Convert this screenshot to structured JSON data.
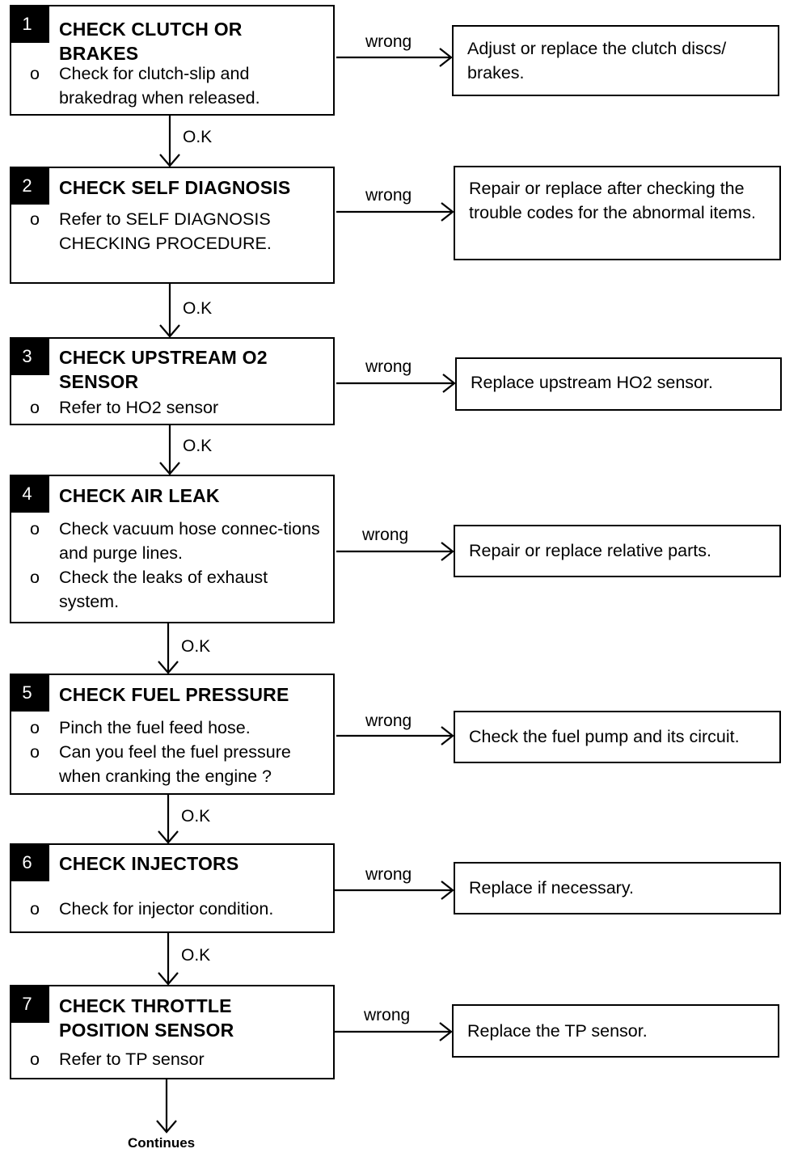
{
  "steps": [
    {
      "number": "1",
      "title": "CHECK CLUTCH OR BRAKES",
      "bullets": [
        "Check for clutch-slip and brakedrag when released."
      ],
      "wrong_action": "Adjust or replace the clutch discs/ brakes."
    },
    {
      "number": "2",
      "title": "CHECK SELF DIAGNOSIS",
      "bullets": [
        "Refer to SELF DIAGNOSIS CHECKING PROCEDURE."
      ],
      "wrong_action": "Repair or replace after checking the trouble codes for the abnormal items."
    },
    {
      "number": "3",
      "title": "CHECK UPSTREAM O2 SENSOR",
      "bullets": [
        "Refer to HO2 sensor"
      ],
      "wrong_action": "Replace upstream HO2 sensor."
    },
    {
      "number": "4",
      "title": "CHECK AIR LEAK",
      "bullets": [
        "Check vacuum hose connec-tions and purge lines.",
        "Check the leaks of exhaust system."
      ],
      "wrong_action": "Repair or replace relative parts."
    },
    {
      "number": "5",
      "title": "CHECK FUEL PRESSURE",
      "bullets": [
        "Pinch the fuel feed hose.",
        "Can you feel the fuel pressure when cranking the engine ?"
      ],
      "wrong_action": "Check the fuel pump and its circuit."
    },
    {
      "number": "6",
      "title": "CHECK INJECTORS",
      "bullets": [
        "Check for injector condition."
      ],
      "wrong_action": "Replace if necessary."
    },
    {
      "number": "7",
      "title": "CHECK THROTTLE POSITION SENSOR",
      "bullets": [
        "Refer to TP sensor"
      ],
      "wrong_action": "Replace the TP sensor."
    }
  ],
  "bullet_marker": "o",
  "labels": {
    "wrong": "wrong",
    "ok": "O.K"
  },
  "footer": "Continues"
}
